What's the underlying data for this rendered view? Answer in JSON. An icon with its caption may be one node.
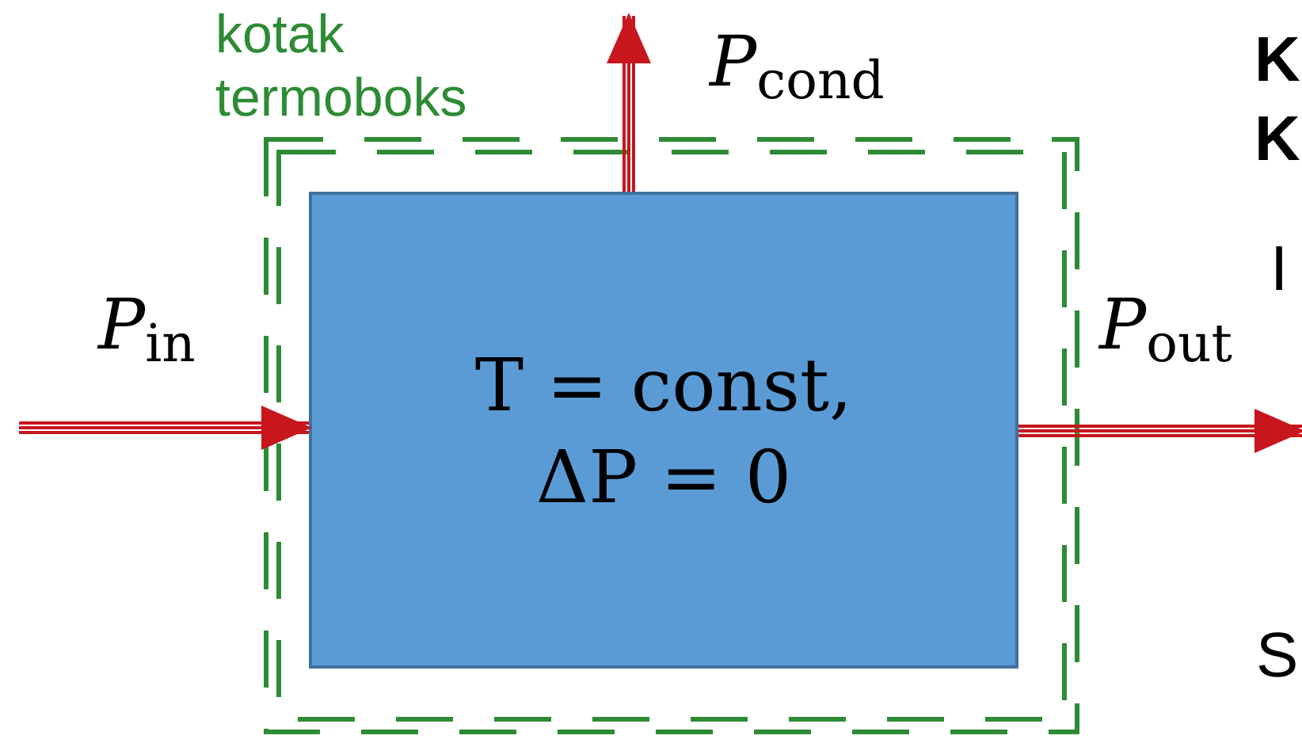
{
  "diagram": {
    "nodes": [
      {
        "text": [
          "kotak termoboks"
        ]
      },
      {
        "text": [
          "T = const, ΔP = 0"
        ],
        "in": 0
      }
    ],
    "edges": [
      {
        "from": null,
        "to": 1,
        "arrow": "to",
        "label": "*P*$_{in}$"
      },
      {
        "from": 1,
        "to": null,
        "arrow": "to",
        "label": "*P*$_{cond}$"
      },
      {
        "from": 1,
        "to": null,
        "arrow": "to",
        "label": "*P*$_{out}$"
      }
    ],
    "labels": [
      "K",
      "K",
      "I",
      "S"
    ]
  }
}
